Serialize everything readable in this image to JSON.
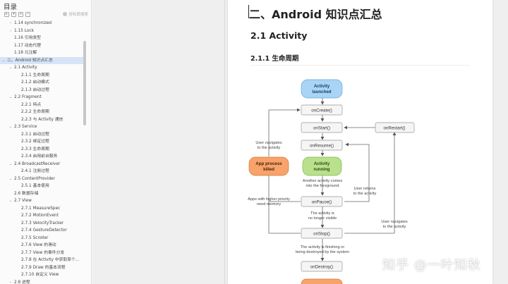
{
  "sidebar": {
    "title": "目录",
    "search_hint": "按标题搜索",
    "tool_icons": [
      "expand-all-icon",
      "collapse-all-icon",
      "expand-icon",
      "collapse-icon"
    ],
    "items": [
      {
        "label": "1.14 synchronized",
        "level": 1,
        "arrow": "right"
      },
      {
        "label": "1.15 Lock",
        "level": 1,
        "arrow": "right"
      },
      {
        "label": "1.16 引用类型",
        "level": 1,
        "arrow": ""
      },
      {
        "label": "1.17 动态代理",
        "level": 1,
        "arrow": ""
      },
      {
        "label": "1.18 元注解",
        "level": 1,
        "arrow": ""
      },
      {
        "label": "二、Android 知识点汇总",
        "level": 0,
        "arrow": "down",
        "active": true
      },
      {
        "label": "2.1 Activity",
        "level": 1,
        "arrow": "down"
      },
      {
        "label": "2.1.1 生命周期",
        "level": 2,
        "arrow": ""
      },
      {
        "label": "2.1.2 启动模式",
        "level": 2,
        "arrow": ""
      },
      {
        "label": "2.1.3 启动过程",
        "level": 2,
        "arrow": ""
      },
      {
        "label": "2.2 Fragment",
        "level": 1,
        "arrow": "down"
      },
      {
        "label": "2.2.1 特点",
        "level": 2,
        "arrow": ""
      },
      {
        "label": "2.2.2 生命周期",
        "level": 2,
        "arrow": ""
      },
      {
        "label": "2.2.3 与 Activity 通信",
        "level": 2,
        "arrow": ""
      },
      {
        "label": "2.3 Service",
        "level": 1,
        "arrow": "down"
      },
      {
        "label": "2.3.1 启动过程",
        "level": 2,
        "arrow": ""
      },
      {
        "label": "2.3.2 绑定过程",
        "level": 2,
        "arrow": ""
      },
      {
        "label": "2.3.3 生命周期",
        "level": 2,
        "arrow": ""
      },
      {
        "label": "2.3.4 启用前台服务",
        "level": 2,
        "arrow": ""
      },
      {
        "label": "2.4 BroadcastReceiver",
        "level": 1,
        "arrow": "down"
      },
      {
        "label": "2.4.1 注册过程",
        "level": 2,
        "arrow": ""
      },
      {
        "label": "2.5 ContentProvider",
        "level": 1,
        "arrow": "down"
      },
      {
        "label": "2.5.1 基本使用",
        "level": 2,
        "arrow": ""
      },
      {
        "label": "2.6 数据存储",
        "level": 1,
        "arrow": ""
      },
      {
        "label": "2.7 View",
        "level": 1,
        "arrow": "down"
      },
      {
        "label": "2.7.1 MeasureSpec",
        "level": 2,
        "arrow": ""
      },
      {
        "label": "2.7.2 MotionEvent",
        "level": 2,
        "arrow": ""
      },
      {
        "label": "2.7.3 VelocityTracker",
        "level": 2,
        "arrow": ""
      },
      {
        "label": "2.7.4 GestureDetector",
        "level": 2,
        "arrow": ""
      },
      {
        "label": "2.7.5 Scroller",
        "level": 2,
        "arrow": ""
      },
      {
        "label": "2.7.6 View 的滑动",
        "level": 2,
        "arrow": ""
      },
      {
        "label": "2.7.7 View 的事件分发",
        "level": 2,
        "arrow": ""
      },
      {
        "label": "2.7.8 在 Activity 中获取某个...",
        "level": 2,
        "arrow": ""
      },
      {
        "label": "2.7.9 Draw 的基本流程",
        "level": 2,
        "arrow": ""
      },
      {
        "label": "2.7.10 自定义 View",
        "level": 2,
        "arrow": ""
      },
      {
        "label": "2.8 进程",
        "level": 1,
        "arrow": "right"
      }
    ]
  },
  "document": {
    "h1": "二、Android 知识点汇总",
    "h2": "2.1 Activity",
    "h3": "2.1.1 生命周期"
  },
  "diagram": {
    "nodes": {
      "launched": "Activity launched",
      "oncreate": "onCreate()",
      "onstart": "onStart()",
      "onrestart": "onRestart()",
      "onresume": "onResume()",
      "running": "Activity running",
      "killed": "App process killed",
      "onpause": "onPause()",
      "onstop": "onStop()",
      "ondestroy": "onDestroy()"
    },
    "labels": {
      "user_navigates_left": "User navigates to the activity",
      "another_activity": "Another activity comes into the foreground",
      "user_returns": "User returns to the activity",
      "higher_priority": "Apps with higher priority need memory",
      "no_longer_visible": "The activity is no longer visible",
      "user_navigates_right": "User navigates to the activity",
      "finishing": "The activity is finishing or being destroyed by the system"
    },
    "colors": {
      "launched": "#a9d4f5",
      "running": "#b9e08b",
      "killed": "#f7a36b",
      "node": "#f5f5f5"
    }
  },
  "watermark": "知乎 @一叶知秋"
}
